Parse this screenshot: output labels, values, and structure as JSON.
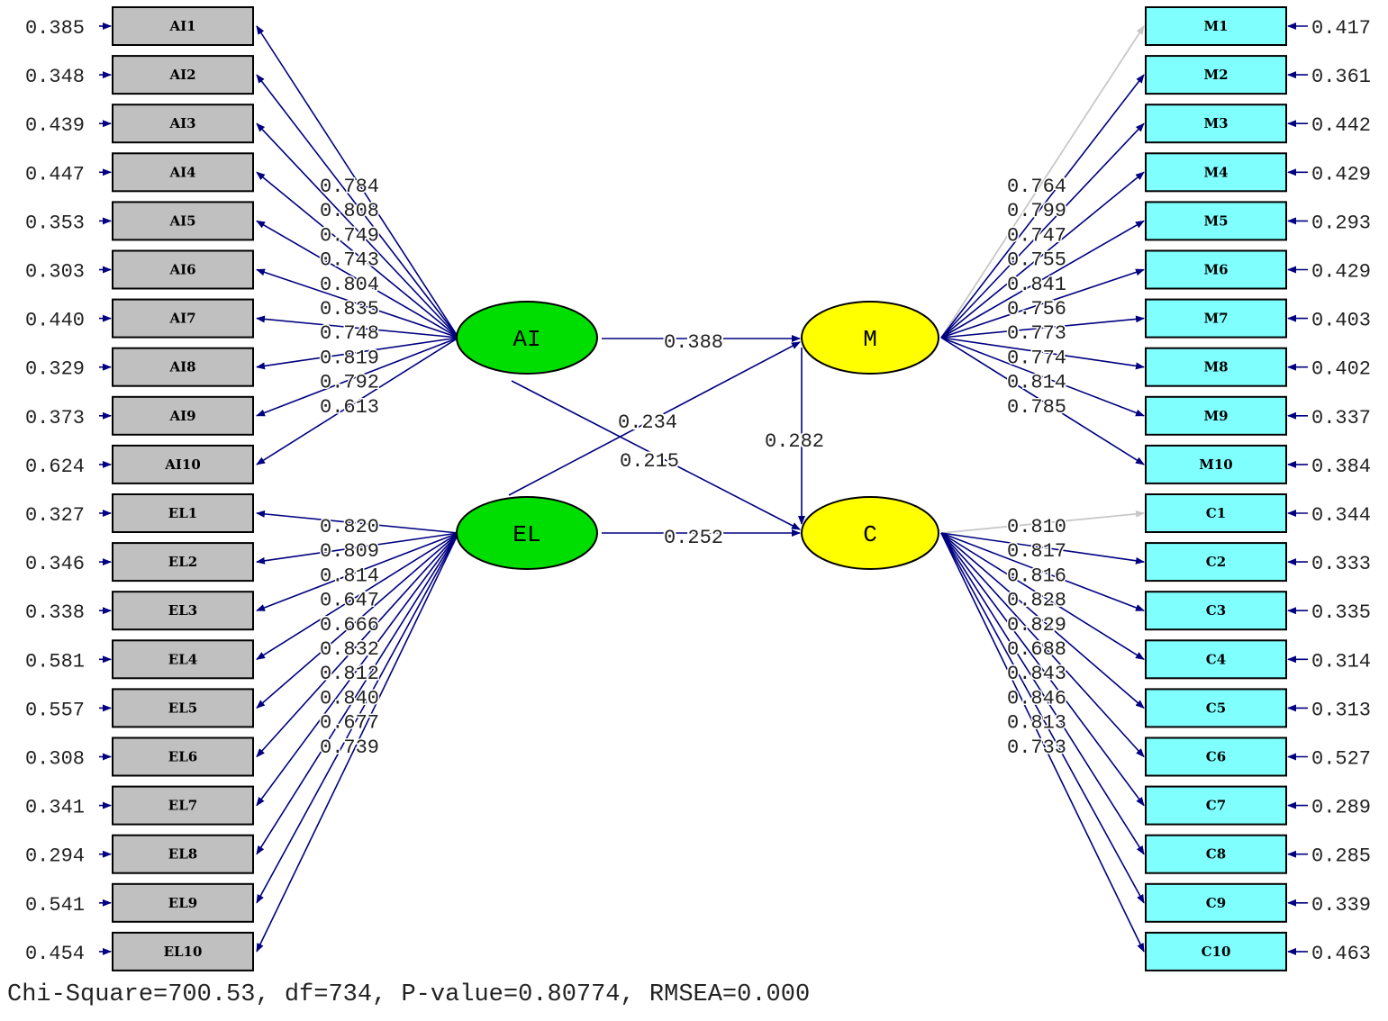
{
  "diagram": {
    "latents": {
      "AI": {
        "label": "AI",
        "color": "#00dd00"
      },
      "EL": {
        "label": "EL",
        "color": "#00dd00"
      },
      "M": {
        "label": "M",
        "color": "#ffff00"
      },
      "C": {
        "label": "C",
        "color": "#ffff00"
      }
    },
    "indicators": {
      "AI": {
        "items": [
          "AI1",
          "AI2",
          "AI3",
          "AI4",
          "AI5",
          "AI6",
          "AI7",
          "AI8",
          "AI9",
          "AI10"
        ],
        "errors": [
          "0.385",
          "0.348",
          "0.439",
          "0.447",
          "0.353",
          "0.303",
          "0.440",
          "0.329",
          "0.373",
          "0.624"
        ],
        "loadings": [
          "0.784",
          "0.808",
          "0.749",
          "0.743",
          "0.804",
          "0.835",
          "0.748",
          "0.819",
          "0.792",
          "0.613"
        ]
      },
      "EL": {
        "items": [
          "EL1",
          "EL2",
          "EL3",
          "EL4",
          "EL5",
          "EL6",
          "EL7",
          "EL8",
          "EL9",
          "EL10"
        ],
        "errors": [
          "0.327",
          "0.346",
          "0.338",
          "0.581",
          "0.557",
          "0.308",
          "0.341",
          "0.294",
          "0.541",
          "0.454"
        ],
        "loadings": [
          "0.820",
          "0.809",
          "0.814",
          "0.647",
          "0.666",
          "0.832",
          "0.812",
          "0.840",
          "0.677",
          "0.739"
        ]
      },
      "M": {
        "items": [
          "M1",
          "M2",
          "M3",
          "M4",
          "M5",
          "M6",
          "M7",
          "M8",
          "M9",
          "M10"
        ],
        "errors": [
          "0.417",
          "0.361",
          "0.442",
          "0.429",
          "0.293",
          "0.429",
          "0.403",
          "0.402",
          "0.337",
          "0.384"
        ],
        "loadings": [
          "0.764",
          "0.799",
          "0.747",
          "0.755",
          "0.841",
          "0.756",
          "0.773",
          "0.774",
          "0.814",
          "0.785"
        ]
      },
      "C": {
        "items": [
          "C1",
          "C2",
          "C3",
          "C4",
          "C5",
          "C6",
          "C7",
          "C8",
          "C9",
          "C10"
        ],
        "errors": [
          "0.344",
          "0.333",
          "0.335",
          "0.314",
          "0.313",
          "0.527",
          "0.289",
          "0.285",
          "0.339",
          "0.463"
        ],
        "loadings": [
          "0.810",
          "0.817",
          "0.816",
          "0.828",
          "0.829",
          "0.688",
          "0.843",
          "0.846",
          "0.813",
          "0.733"
        ]
      }
    },
    "structural_paths": {
      "AI_to_M": "0.388",
      "EL_to_M": "0.234",
      "AI_to_C": "0.215",
      "M_to_C": "0.282",
      "EL_to_C": "0.252"
    },
    "fit_statistics": "Chi-Square=700.53, df=734, P-value=0.80774, RMSEA=0.000"
  }
}
